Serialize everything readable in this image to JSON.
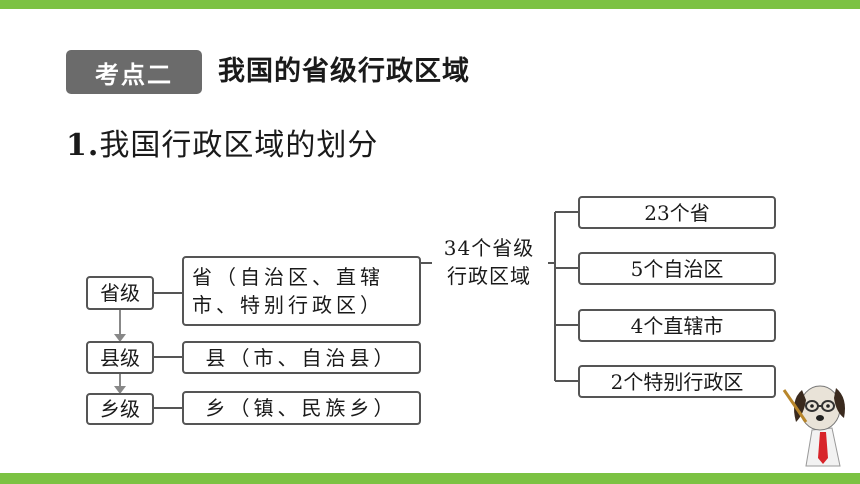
{
  "badge": {
    "label": "考点二"
  },
  "section_title": "我国的省级行政区域",
  "subtitle": {
    "number": "1.",
    "text": "我国行政区域的划分"
  },
  "levels": [
    {
      "label": "省级",
      "desc_line1": "省（自治区、直辖",
      "desc_line2": "市、特别行政区）"
    },
    {
      "label": "县级",
      "desc_line1": "县（市、自治县）"
    },
    {
      "label": "乡级",
      "desc_line1": "乡（镇、民族乡）"
    }
  ],
  "summary": {
    "line1": "34个省级",
    "line2": "行政区域"
  },
  "categories": [
    {
      "label": "23个省"
    },
    {
      "label": "5个自治区"
    },
    {
      "label": "4个直辖市"
    },
    {
      "label": "2个特别行政区"
    }
  ]
}
